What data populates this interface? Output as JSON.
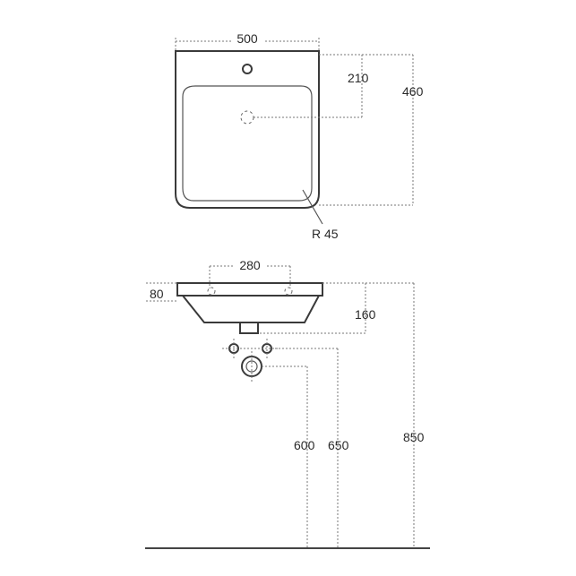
{
  "top_view": {
    "width_label": "500",
    "tap_offset_label": "210",
    "depth_label": "460",
    "radius_label": "R 45"
  },
  "side_view": {
    "tap_spacing_label": "280",
    "rim_height_label": "80",
    "bowl_depth_label": "160",
    "lower_pipe_height_label": "600",
    "upper_pipe_height_label": "650",
    "rim_floor_height_label": "850"
  }
}
